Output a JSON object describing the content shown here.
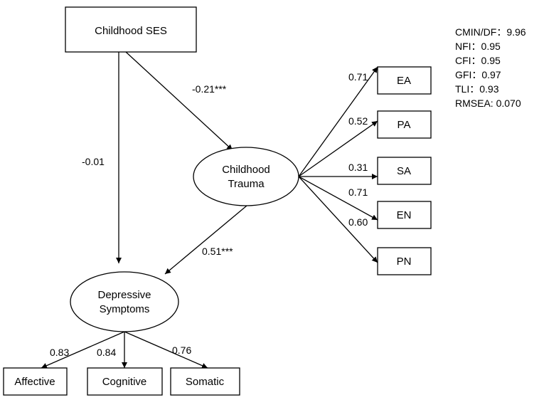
{
  "nodes": {
    "childhood_ses": "Childhood SES",
    "childhood_trauma": [
      "Childhood",
      "Trauma"
    ],
    "depressive_symptoms": [
      "Depressive",
      "Symptoms"
    ],
    "ea": "EA",
    "pa": "PA",
    "sa": "SA",
    "en": "EN",
    "pn": "PN",
    "affective": "Affective",
    "cognitive": "Cognitive",
    "somatic": "Somatic"
  },
  "paths": {
    "ses_to_trauma": "-0.21***",
    "ses_to_depression": "-0.01",
    "trauma_to_depression": "0.51***"
  },
  "loadings": {
    "ea": "0.71",
    "pa": "0.52",
    "sa": "0.31",
    "en": "0.71",
    "pn": "0.60",
    "affective": "0.83",
    "cognitive": "0.84",
    "somatic": "0.76"
  },
  "fit_indices": [
    "CMIN/DF：9.96",
    "NFI：0.95",
    "CFI：0.95",
    "GFI：0.97",
    "TLI：0.93",
    "RMSEA: 0.070"
  ]
}
